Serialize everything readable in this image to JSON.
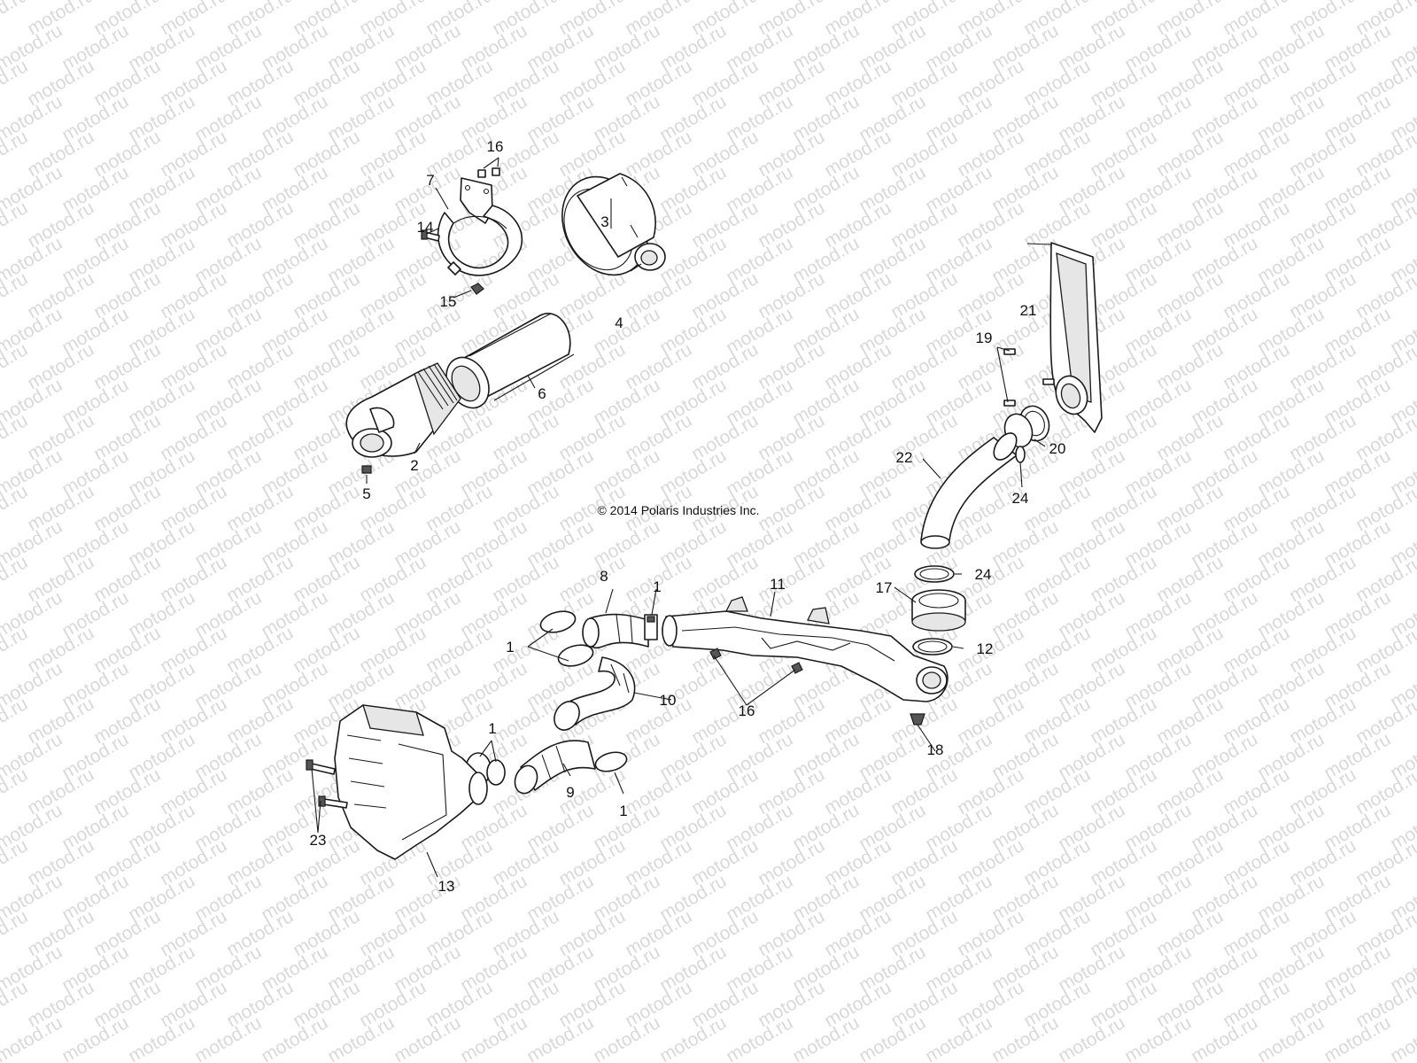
{
  "diagram": {
    "copyright": "© 2014 Polaris Industries Inc.",
    "watermark": "motod.ru",
    "callouts": [
      "1",
      "1",
      "1",
      "1",
      "1",
      "2",
      "3",
      "4",
      "5",
      "6",
      "7",
      "8",
      "9",
      "10",
      "11",
      "12",
      "13",
      "14",
      "15",
      "16",
      "16",
      "17",
      "18",
      "19",
      "20",
      "21",
      "22",
      "23",
      "24",
      "24"
    ],
    "colors": {
      "line": "#1a1a1a",
      "watermark": "#d9d9d9",
      "background": "#ffffff"
    }
  }
}
